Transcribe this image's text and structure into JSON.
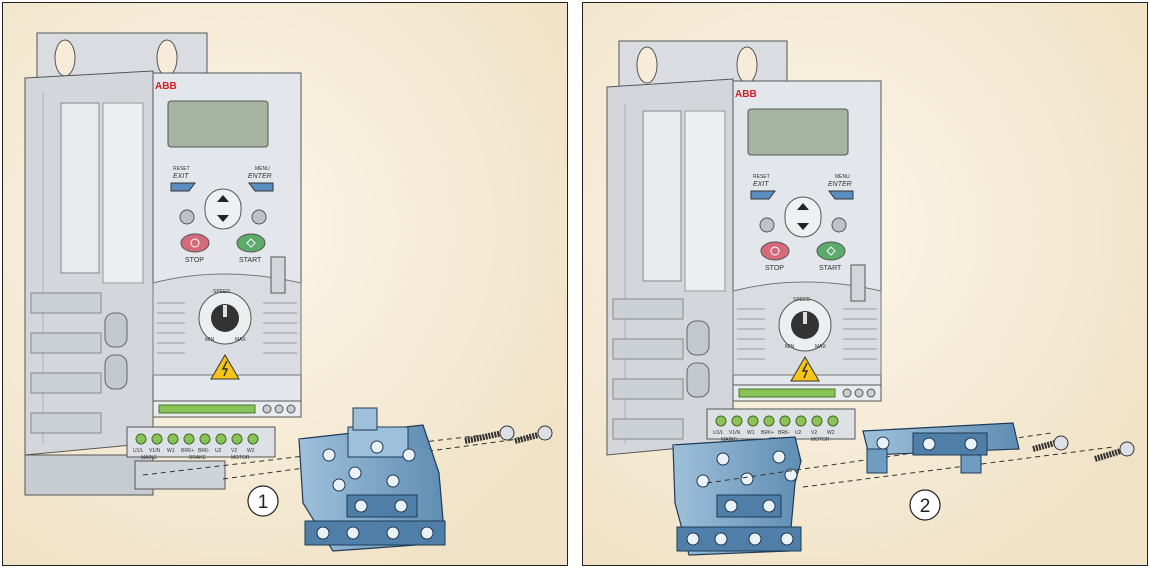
{
  "panels": [
    {
      "callout": "1",
      "brand": "ABB",
      "keys": {
        "reset": "RESET",
        "exit": "EXIT",
        "menu": "MENU",
        "enter": "ENTER",
        "stop": "STOP",
        "start": "START"
      },
      "dial": {
        "label": "SPEED",
        "min": "MIN",
        "max": "MAX"
      },
      "terminals_top": [
        "U1/L",
        "V1/N",
        "W1",
        "BRK+",
        "BRK-",
        "U2",
        "V2",
        "W2"
      ],
      "terminal_groups": {
        "mains": "MAINS",
        "brake": "BRAKE",
        "motor": "MOTOR"
      }
    },
    {
      "callout": "2",
      "brand": "ABB",
      "keys": {
        "reset": "RESET",
        "exit": "EXIT",
        "menu": "MENU",
        "enter": "ENTER",
        "stop": "STOP",
        "start": "START"
      },
      "dial": {
        "label": "SPEED",
        "min": "MIN",
        "max": "MAX"
      },
      "terminals_top": [
        "U1/L",
        "V1/N",
        "W1",
        "BRK+",
        "BRK-",
        "U2",
        "V2",
        "W2"
      ],
      "terminal_groups": {
        "mains": "MAINS",
        "brake": "BRAKE",
        "motor": "MOTOR"
      }
    }
  ],
  "colors": {
    "background": "#f6ecd9",
    "drive_body": "#dfe2e6",
    "bracket": "#7ea7c8",
    "display": "#a8b4a2",
    "stop_key": "#d56a7b",
    "start_key": "#5cab6a",
    "terminal_green": "#8ac35a"
  }
}
